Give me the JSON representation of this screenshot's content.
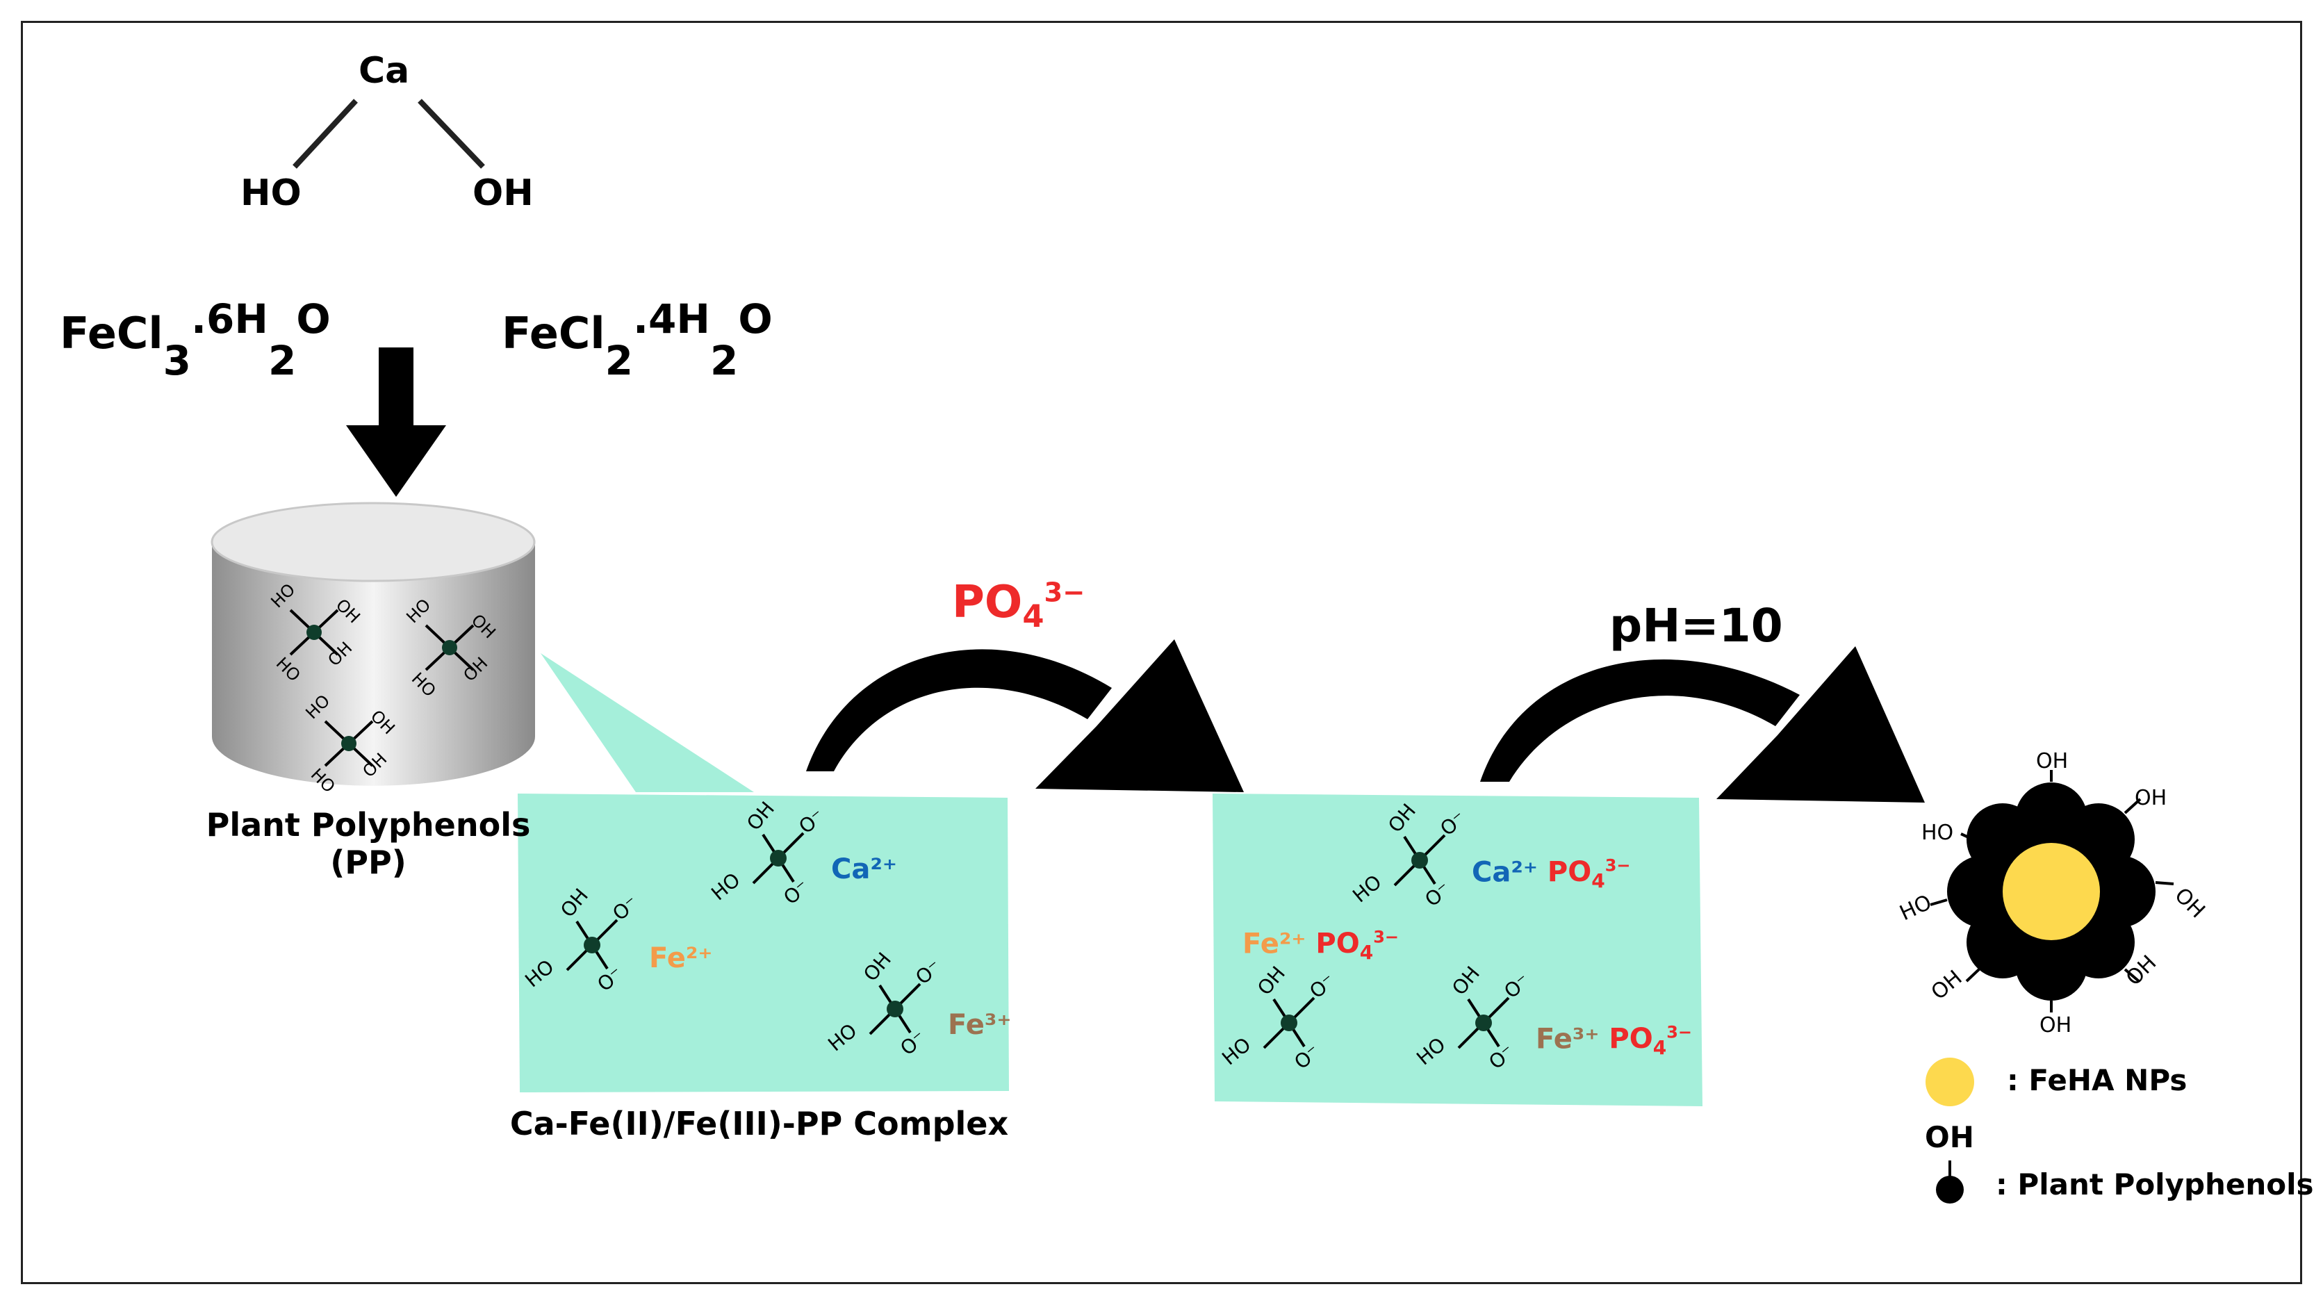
{
  "precursors": {
    "ca_symbol": "Ca",
    "ho_label": "HO",
    "oh_label": "OH",
    "fecl3": {
      "base": "FeCl",
      "sub1": "3",
      "mid": ".6H",
      "sub2": "2",
      "end": "O"
    },
    "fecl2": {
      "base": "FeCl",
      "sub1": "2",
      "mid": ".4H",
      "sub2": "2",
      "end": "O"
    }
  },
  "container": {
    "label_line1": "Plant Polyphenols",
    "label_line2": "(PP)"
  },
  "complex": {
    "label": "Ca-Fe(II)/Fe(III)-PP Complex",
    "ions": {
      "ca": "Ca²⁺",
      "fe2": "Fe²⁺",
      "fe3": "Fe³⁺"
    }
  },
  "step1": {
    "reagent_base": "PO",
    "reagent_sub": "4",
    "reagent_sup": "3−"
  },
  "step2": {
    "condition": "pH=10",
    "ions": {
      "ca": "Ca²⁺",
      "fe2": "Fe²⁺",
      "fe3": "Fe³⁺",
      "po4_base": "PO",
      "po4_sub": "4",
      "po4_sup": "3−"
    }
  },
  "legend": {
    "nps_label": ": FeHA NPs",
    "oh_label": "OH",
    "pp_label": ": Plant Polyphenols"
  },
  "colors": {
    "box_fill": "#a5efda",
    "phosphate": "#ee2a2a",
    "calcium": "#1266b6",
    "iron2": "#f39b4a",
    "iron3": "#9c7250",
    "nanoparticle": "#fdd94e",
    "polyphenol_node": "#0f3d2b"
  }
}
